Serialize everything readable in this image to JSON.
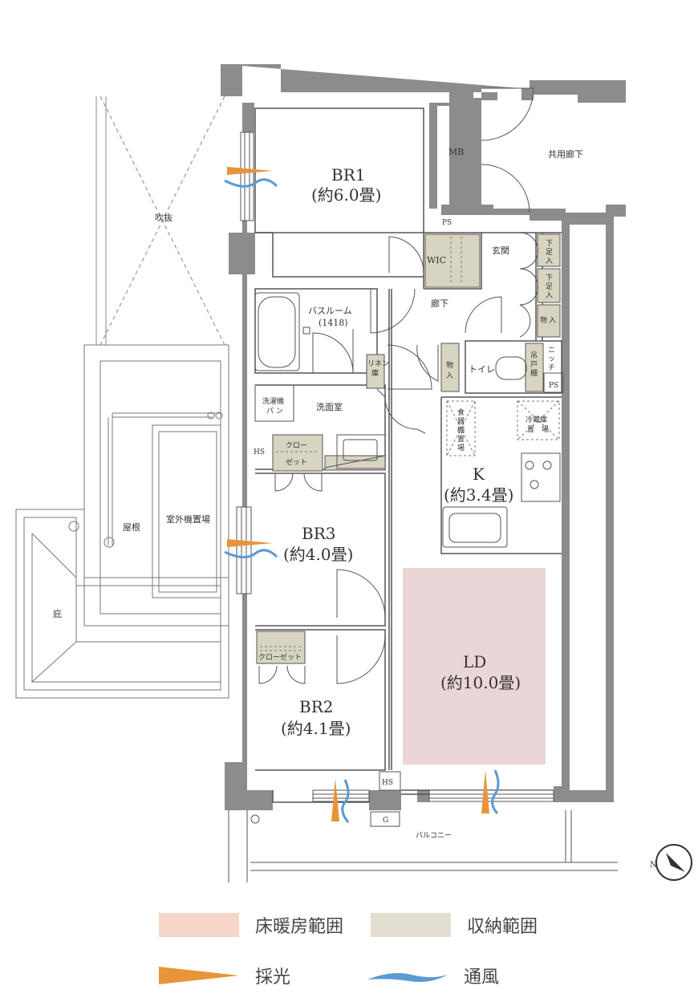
{
  "rooms": {
    "br1_name": "BR1",
    "br1_size": "(約6.0畳)",
    "br2_name": "BR2",
    "br2_size": "(約4.1畳)",
    "br3_name": "BR3",
    "br3_size": "(約4.0畳)",
    "k_name": "K",
    "k_size": "(約3.4畳)",
    "ld_name": "LD",
    "ld_size": "(約10.0畳)",
    "mb": "MB",
    "common_corridor": "共用廊下",
    "ps_top": "PS",
    "ps_right": "PS",
    "wic": "WIC",
    "genkan": "玄関",
    "getabako_1_a": "下",
    "getabako_1_b": "足",
    "getabako_1_c": "入",
    "getabako_2_a": "下",
    "getabako_2_b": "足",
    "getabako_2_c": "入",
    "storage_a": "物",
    "storage_b": "入",
    "hallway": "廊下",
    "bathroom_line1": "バスルーム",
    "bathroom_line2": "(1418)",
    "linen_line1": "リネン",
    "linen_line2": "庫",
    "toilet_storage_a": "物",
    "toilet_storage_b": "入",
    "toilet": "トイレ",
    "hanging_shelf_a": "吊",
    "hanging_shelf_b": "戸",
    "hanging_shelf_c": "棚",
    "niche_a": "ニ",
    "niche_b": "ッ",
    "niche_c": "チ",
    "washer_line1": "洗濯機",
    "washer_line2": "パ ン",
    "washroom": "洗面室",
    "hs_left": "HS",
    "hs_bottom": "HS",
    "closet_br3_line1": "クロー",
    "closet_br3_line2": "ゼット",
    "closet_br2": "クローゼット",
    "pantry_1": "食",
    "pantry_2": "器",
    "pantry_3": "棚",
    "pantry_4": "置",
    "pantry_5": "場",
    "fridge_line1": "冷蔵庫",
    "fridge_line2": "置　場",
    "void": "吹抜",
    "roof": "屋根",
    "outdoor_unit": "室外機置場",
    "eaves": "庇",
    "balcony": "バルコニー",
    "g": "G"
  },
  "legend": {
    "floor_heating": "床暖房範囲",
    "storage": "収納範囲",
    "daylight": "採光",
    "ventilation": "通風"
  },
  "colors": {
    "wall": "#8c8c8c",
    "floor_heating": "#f7d5c6",
    "ld_floor_heating": "#ead6d6",
    "storage": "#e3dfd0",
    "storage_in_plan": "#d8d4c2",
    "daylight": "#e8943a",
    "ventilation": "#5a9bd4",
    "line": "#555555"
  }
}
